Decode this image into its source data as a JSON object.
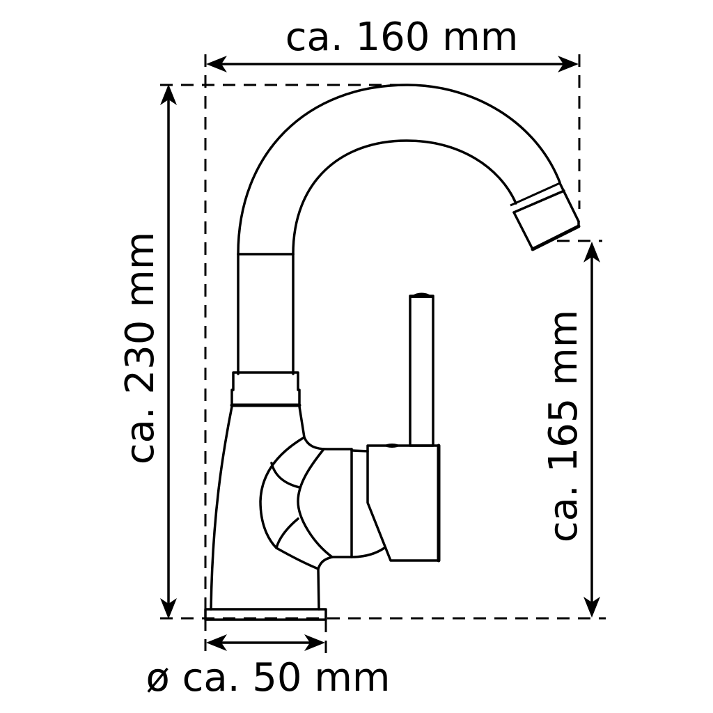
{
  "drawing": {
    "subject": "single-lever basin faucet with swivel spout",
    "line_color": "#000000",
    "background_color": "#ffffff"
  },
  "dimensions": {
    "width": {
      "label": "ca. 160 mm",
      "value": 160,
      "unit": "mm",
      "orientation": "horizontal"
    },
    "total_height": {
      "label": "ca. 230 mm",
      "value": 230,
      "unit": "mm",
      "orientation": "vertical"
    },
    "spout_height": {
      "label": "ca. 165 mm",
      "value": 165,
      "unit": "mm",
      "orientation": "vertical"
    },
    "base_diameter": {
      "label": "ø ca. 50 mm",
      "value": 50,
      "unit": "mm",
      "orientation": "horizontal"
    }
  }
}
